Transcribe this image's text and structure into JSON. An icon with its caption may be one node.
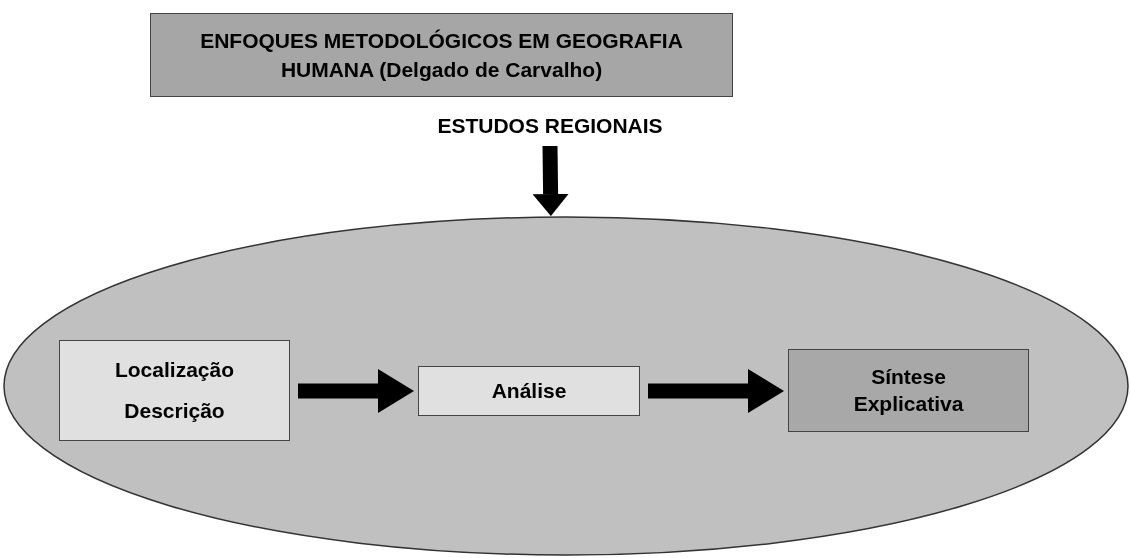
{
  "diagram": {
    "title": "ENFOQUES METODOLÓGICOS EM GEOGRAFIA HUMANA (Delgado de Carvalho)",
    "nodes": [
      {
        "text": [
          "ESTUDOS REGIONAIS"
        ]
      },
      {
        "text": [],
        "shape": "ellipse"
      },
      {
        "text": [
          "Localização",
          "Descrição"
        ],
        "in": 1
      },
      {
        "text": [
          "Análise"
        ],
        "in": 1
      },
      {
        "text": [
          "Síntese Explicativa"
        ],
        "in": 1
      }
    ],
    "edges": [
      {
        "from": 0,
        "to": 1,
        "arrow": "to"
      },
      {
        "from": 2,
        "to": 3,
        "arrow": "to"
      },
      {
        "from": 3,
        "to": 4,
        "arrow": "to"
      }
    ]
  }
}
